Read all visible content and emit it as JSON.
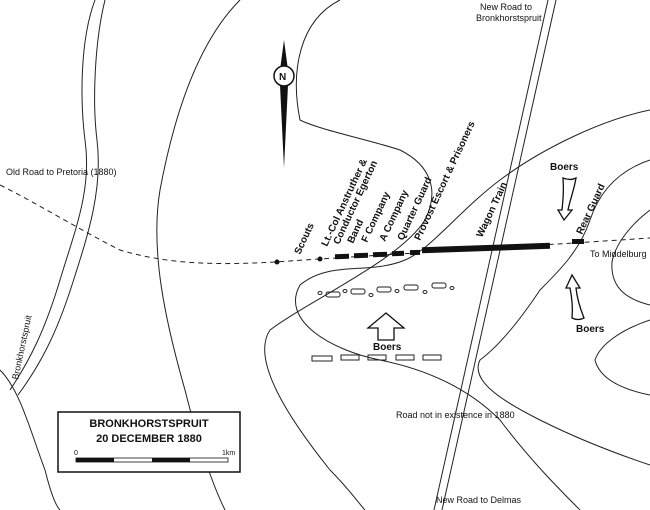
{
  "title": {
    "name": "BRONKHORSTSPRUIT",
    "date": "20 DECEMBER 1880",
    "scale_start": "0",
    "scale_end": "1km"
  },
  "compass": {
    "letter": "N",
    "icon": "north-arrow-icon"
  },
  "roads": {
    "new_road_top": "New Road to",
    "new_road_top_2": "Bronkhorstspruit",
    "new_road_bottom": "New Road to Delmas",
    "old_road": "Old Road to Pretoria (1880)",
    "road_not_exist": "Road not in existence in 1880",
    "to_middelburg": "To Middelburg"
  },
  "river": {
    "name": "Bronkhorstspruit"
  },
  "column_labels": [
    "Scouts",
    "Lt.-Col Anstruther &",
    "Conductor Egerton",
    "Band",
    "F Company",
    "A Company",
    "Quarter Guard",
    "Provost Escort & Prisoners",
    "Wagon Train",
    "Rear Guard"
  ],
  "boers": {
    "top": "Boers",
    "center": "Boers",
    "right": "Boers"
  },
  "colors": {
    "ink": "#111111",
    "paper": "#ffffff"
  }
}
